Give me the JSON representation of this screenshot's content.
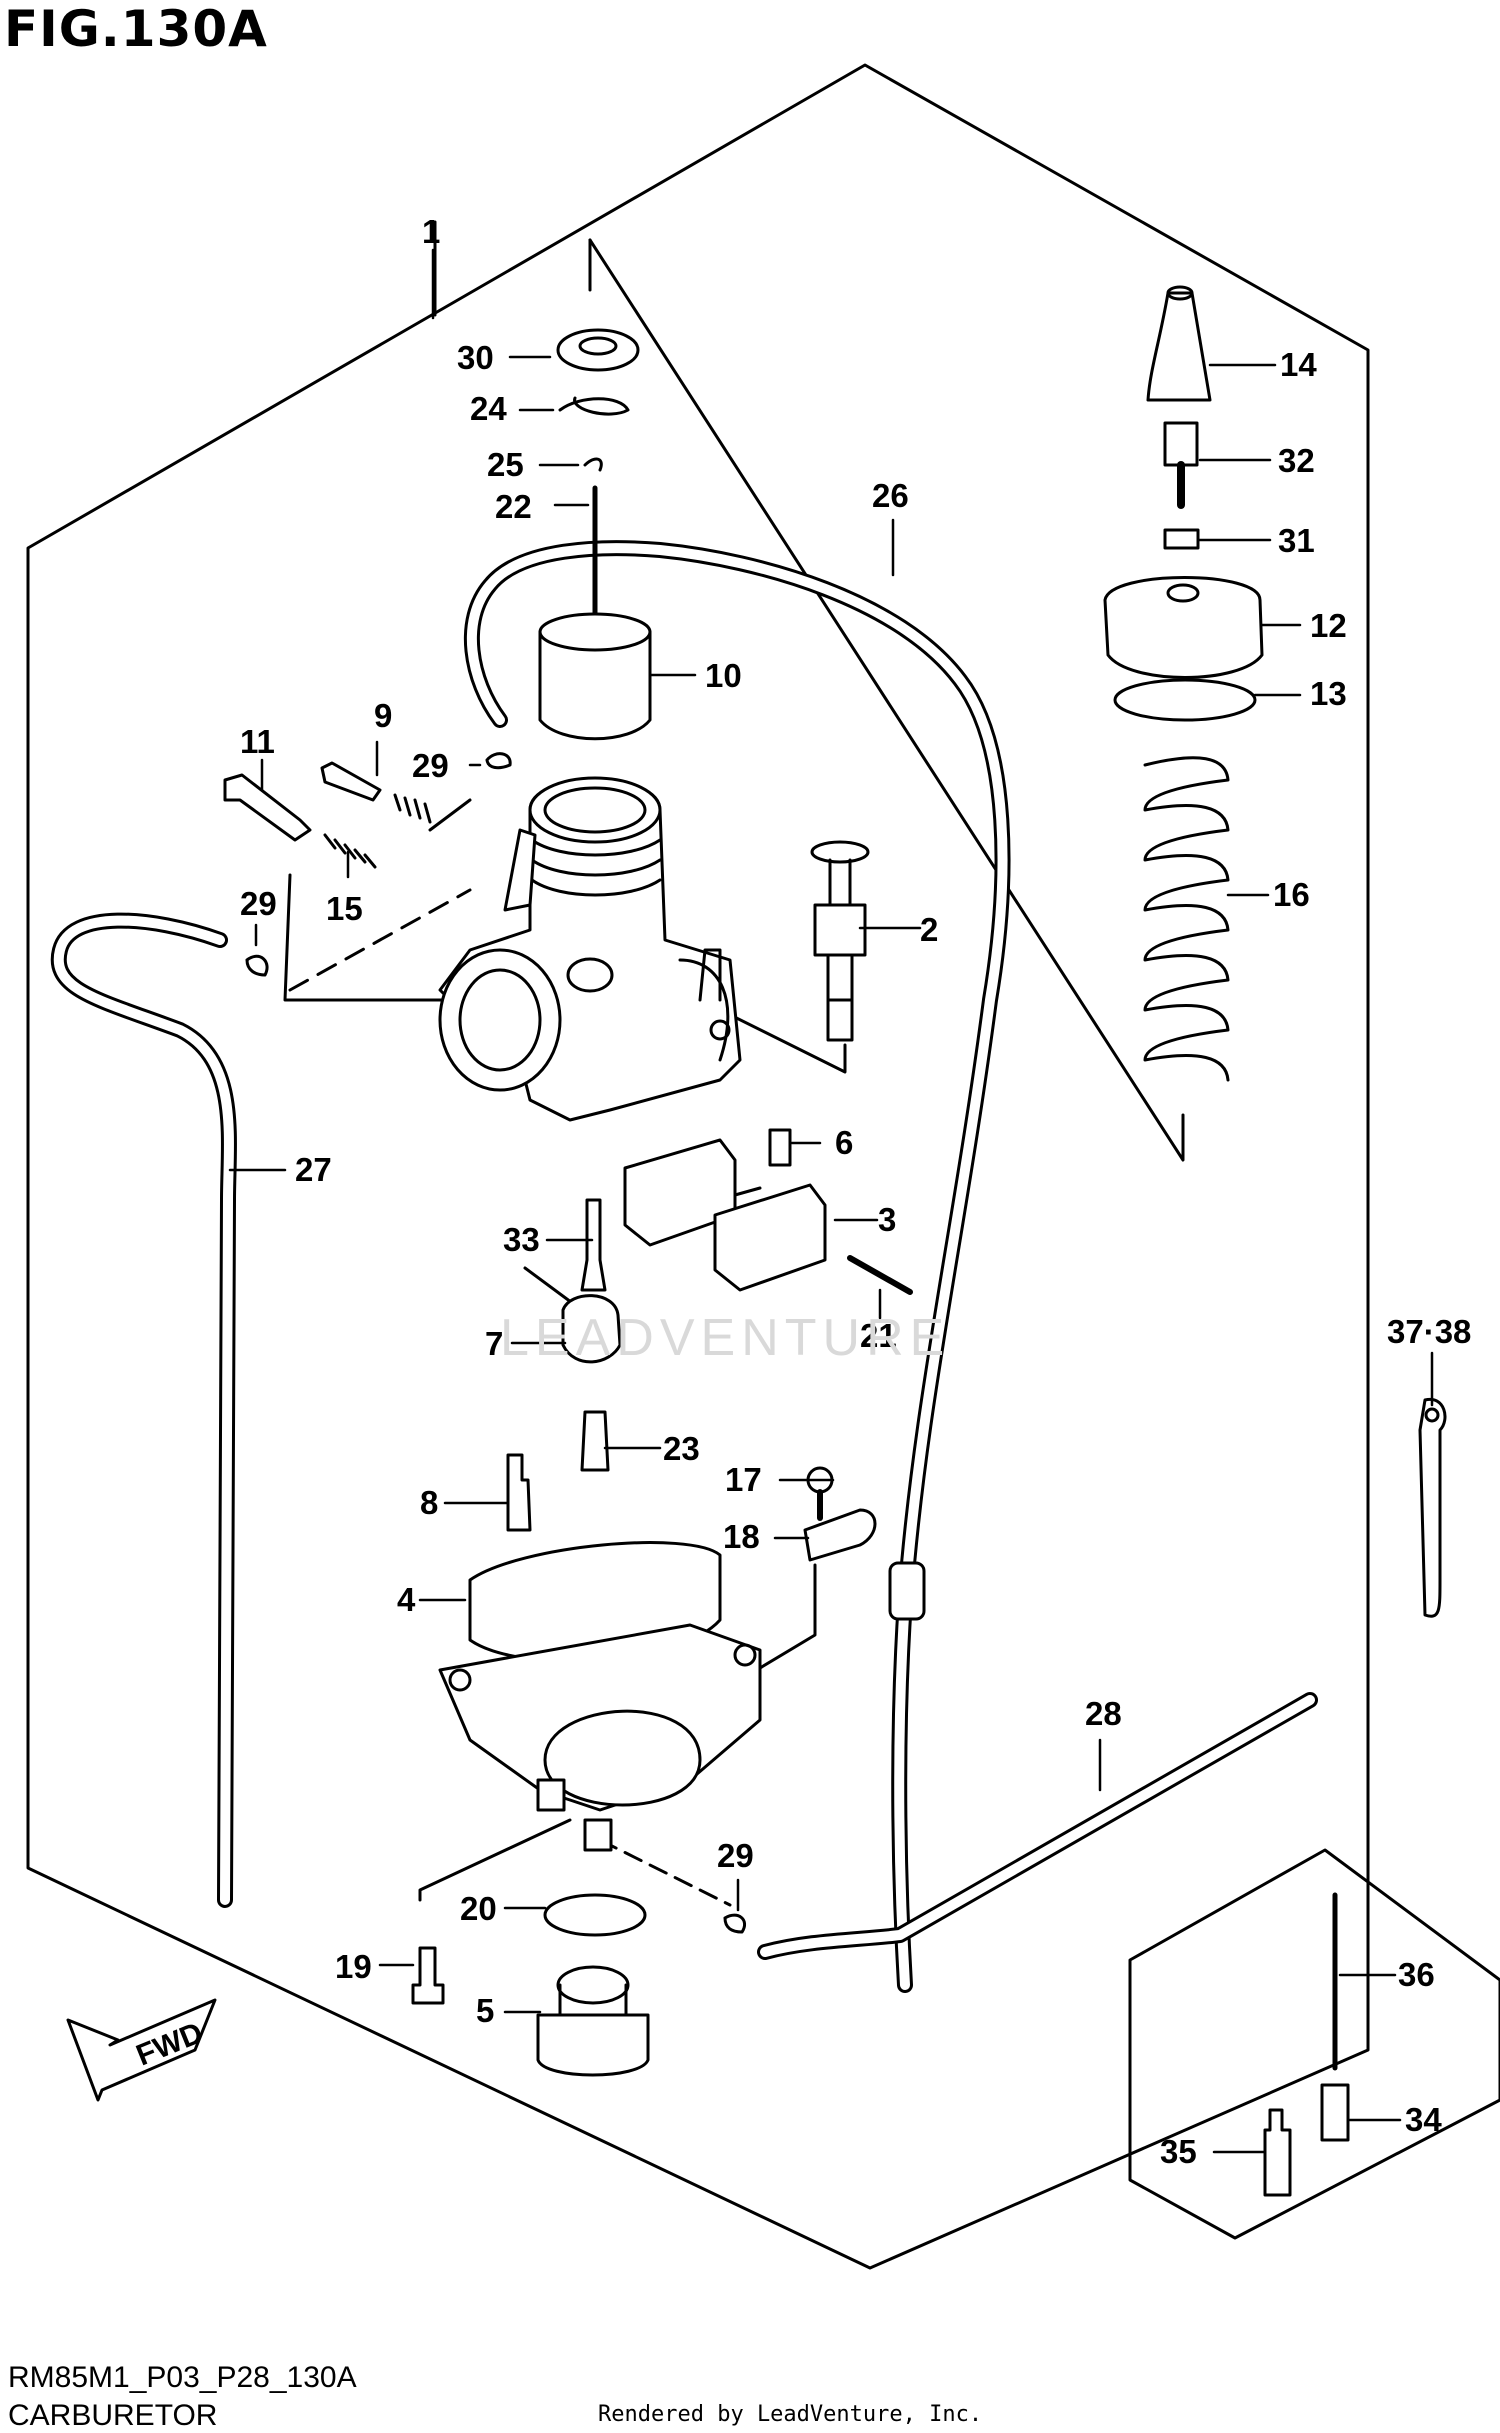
{
  "figure": {
    "title": "FIG.130A",
    "code": "RM85M1_P03_P28_130A",
    "name": "CARBURETOR",
    "credit": "Rendered by LeadVenture, Inc.",
    "fwd_label": "FWD",
    "watermark": "LEADVENTURE"
  },
  "callouts": [
    {
      "id": "c1",
      "label": "1"
    },
    {
      "id": "c2",
      "label": "2"
    },
    {
      "id": "c3",
      "label": "3"
    },
    {
      "id": "c4",
      "label": "4"
    },
    {
      "id": "c5",
      "label": "5"
    },
    {
      "id": "c6",
      "label": "6"
    },
    {
      "id": "c7",
      "label": "7"
    },
    {
      "id": "c8",
      "label": "8"
    },
    {
      "id": "c9",
      "label": "9"
    },
    {
      "id": "c10",
      "label": "10"
    },
    {
      "id": "c11",
      "label": "11"
    },
    {
      "id": "c12",
      "label": "12"
    },
    {
      "id": "c13",
      "label": "13"
    },
    {
      "id": "c14",
      "label": "14"
    },
    {
      "id": "c15",
      "label": "15"
    },
    {
      "id": "c16",
      "label": "16"
    },
    {
      "id": "c17",
      "label": "17"
    },
    {
      "id": "c18",
      "label": "18"
    },
    {
      "id": "c19",
      "label": "19"
    },
    {
      "id": "c20",
      "label": "20"
    },
    {
      "id": "c21",
      "label": "21"
    },
    {
      "id": "c22",
      "label": "22"
    },
    {
      "id": "c23",
      "label": "23"
    },
    {
      "id": "c24",
      "label": "24"
    },
    {
      "id": "c25",
      "label": "25"
    },
    {
      "id": "c26",
      "label": "26"
    },
    {
      "id": "c27",
      "label": "27"
    },
    {
      "id": "c28",
      "label": "28"
    },
    {
      "id": "c29a",
      "label": "29"
    },
    {
      "id": "c29b",
      "label": "29"
    },
    {
      "id": "c29c",
      "label": "29"
    },
    {
      "id": "c30",
      "label": "30"
    },
    {
      "id": "c31",
      "label": "31"
    },
    {
      "id": "c32",
      "label": "32"
    },
    {
      "id": "c33",
      "label": "33"
    },
    {
      "id": "c34",
      "label": "34"
    },
    {
      "id": "c35",
      "label": "35"
    },
    {
      "id": "c36",
      "label": "36"
    },
    {
      "id": "c3738",
      "label": "37·38"
    }
  ]
}
